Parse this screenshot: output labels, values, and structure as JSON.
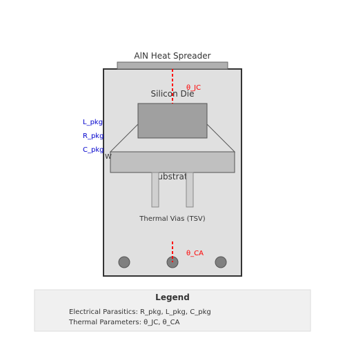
{
  "diagram": {
    "spreader_label": "AlN Heat Spreader",
    "die_label": "Silicon Die",
    "substrate_label": "ubstrat",
    "wire_label": "W",
    "tsv_label": "Thermal Vias (TSV)",
    "parasitics": {
      "l_pkg": "L_pkg",
      "r_pkg": "R_pkg",
      "c_pkg": "C_pkg"
    },
    "thermal": {
      "theta_jc": "θ_JC",
      "theta_ca": "θ_CA"
    }
  },
  "legend": {
    "title": "Legend",
    "line1": "Electrical Parasitics: R_pkg, L_pkg, C_pkg",
    "line2": "Thermal Parameters: θ_JC, θ_CA"
  },
  "colors": {
    "package_fill": "#e0e0e0",
    "spreader_fill": "#b0b0b0",
    "die_fill": "#a0a0a0",
    "substrate_fill": "#c0c0c0",
    "via_fill": "#d0d0d0",
    "ball_fill": "#808080",
    "thermal_path": "#ff0000",
    "parasitic_text": "#0000cc",
    "legend_fill": "#f0f0f0"
  }
}
